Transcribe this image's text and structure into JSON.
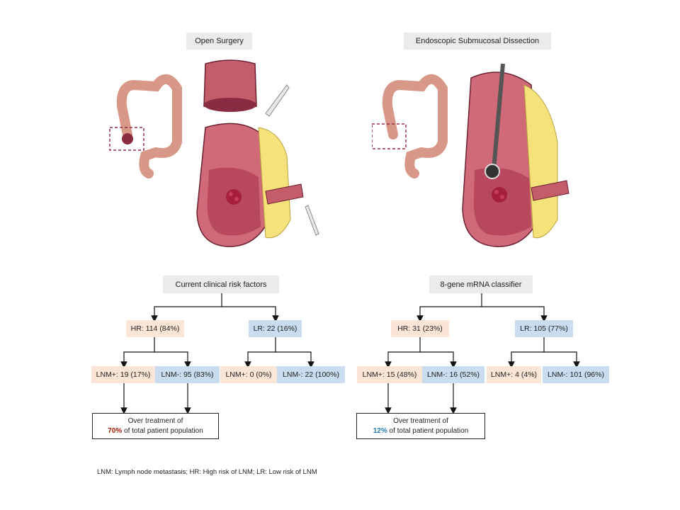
{
  "panels": {
    "left_title": "Open Surgery",
    "right_title": "Endoscopic Submucosal Dissection"
  },
  "left_tree": {
    "root": "Current clinical risk factors",
    "hr": "HR: 114 (84%)",
    "lr": "LR: 22 (16%)",
    "hr_lnm_pos": "LNM+: 19 (17%)",
    "hr_lnm_neg": "LNM-: 95 (83%)",
    "lr_lnm_pos": "LNM+: 0 (0%)",
    "lr_lnm_neg": "LNM-: 22 (100%)",
    "outcome_line1": "Over treatment of",
    "outcome_value": "70%",
    "outcome_rest": " of total patient population"
  },
  "right_tree": {
    "root": "8-gene mRNA classifier",
    "hr": "HR: 31 (23%)",
    "lr": "LR: 105 (77%)",
    "hr_lnm_pos": "LNM+: 15 (48%)",
    "hr_lnm_neg": "LNM-: 16 (52%)",
    "lr_lnm_pos": "LNM+: 4 (4%)",
    "lr_lnm_neg": "LNM-: 101 (96%)",
    "outcome_line1": "Over treatment of",
    "outcome_value": "12%",
    "outcome_rest": " of total patient population"
  },
  "footnote": "LNM: Lymph node metastasis; HR: High risk of LNM; LR: Low risk of LNM",
  "colors": {
    "high_risk_fill": "#fbe5d6",
    "low_risk_fill": "#c9dcf0",
    "header_fill": "#ebebeb",
    "highlight_red": "#a61c00",
    "highlight_blue": "#1f7bb6"
  }
}
